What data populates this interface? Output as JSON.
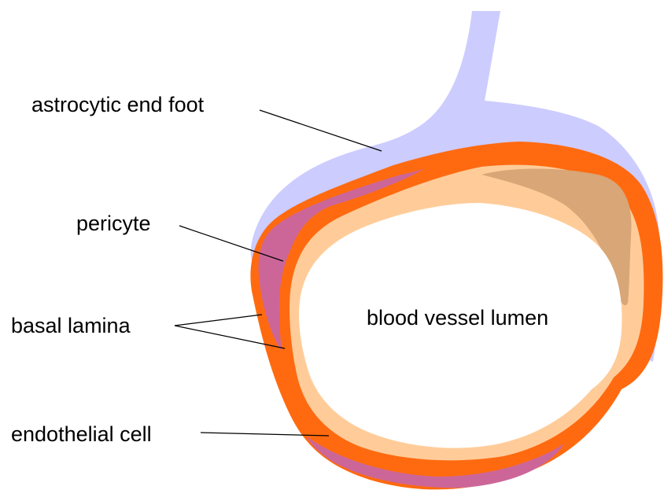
{
  "labels": {
    "astrocytic_end_foot": "astrocytic end foot",
    "pericyte": "pericyte",
    "basal_lamina": "basal lamina",
    "endothelial_cell": "endothelial cell",
    "blood_vessel_lumen": "blood vessel lumen"
  },
  "colors": {
    "astrocyte": "#ccccff",
    "basal_lamina": "#ff6a10",
    "pericyte": "#cc6699",
    "endothelium": "#ffcc99",
    "nucleus": "#d8a677",
    "lumen": "#ffffff",
    "leader_line": "#000000"
  }
}
